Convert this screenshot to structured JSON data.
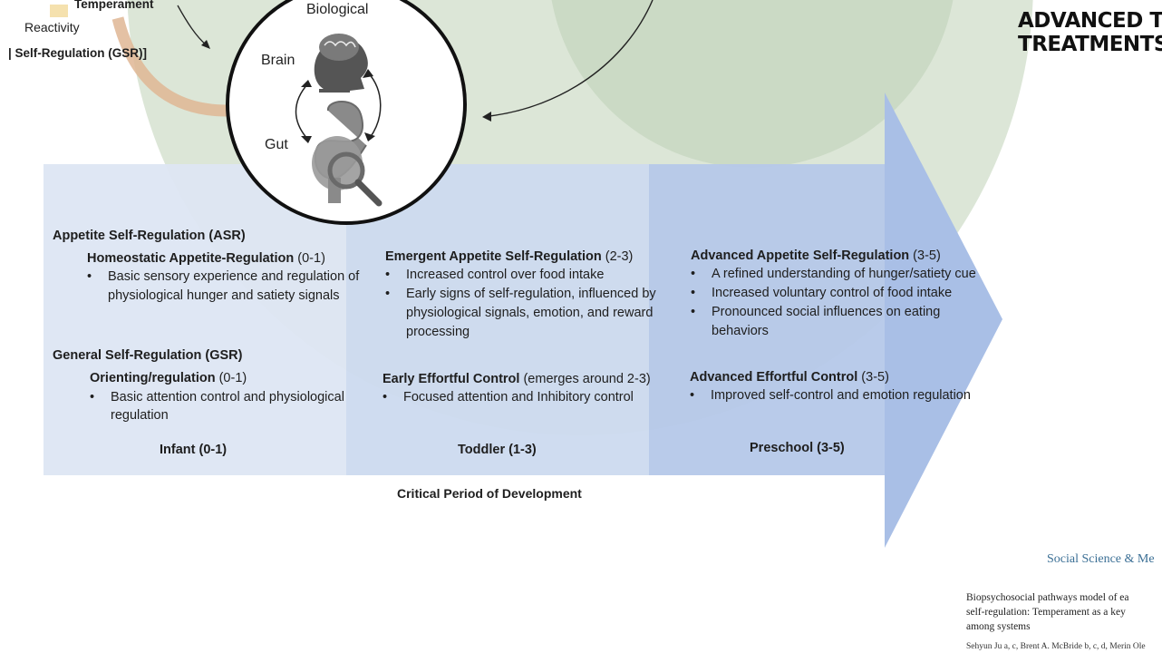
{
  "header": {
    "title_line1": "ADVANCED TEC",
    "title_line2": "TREATMENTS I"
  },
  "top_left": {
    "temperament": "Temperament",
    "reactivity": "Reactivity",
    "gsr": "| Self-Regulation (GSR)]"
  },
  "circle": {
    "biological": "Biological",
    "brain": "Brain",
    "gut": "Gut"
  },
  "asr": {
    "title": "Appetite Self-Regulation (ASR)",
    "infant": {
      "heading": "Homeostatic Appetite-Regulation",
      "age": " (0-1)",
      "bullets": [
        "Basic sensory experience and regulation of",
        "physiological hunger and satiety signals"
      ]
    },
    "toddler": {
      "heading": "Emergent Appetite Self-Regulation",
      "age": " (2-3)",
      "bullets": [
        "Increased control over food intake",
        "Early signs of self-regulation, influenced by",
        "physiological signals, emotion, and reward",
        "processing"
      ]
    },
    "preschool": {
      "heading": "Advanced Appetite Self-Regulation",
      "age": " (3-5)",
      "bullets": [
        "A refined understanding of hunger/satiety cue",
        "Increased voluntary control of food intake",
        "Pronounced social influences on eating",
        "behaviors"
      ]
    }
  },
  "gsr": {
    "title": "General Self-Regulation (GSR)",
    "infant": {
      "heading": "Orienting/regulation",
      "age": " (0-1)",
      "bullets": [
        "Basic attention control and physiological",
        "regulation"
      ]
    },
    "toddler": {
      "heading": "Early Effortful Control",
      "age": " (emerges around 2-3)",
      "bullets": [
        "Focused attention and Inhibitory control"
      ]
    },
    "preschool": {
      "heading": "Advanced Effortful Control",
      "age": " (3-5)",
      "bullets": [
        "Improved self-control and emotion regulation"
      ]
    }
  },
  "stages": {
    "infant": "Infant (0-1)",
    "toddler": "Toddler (1-3)",
    "preschool": "Preschool (3-5)"
  },
  "axis_label": "Critical Period of Development",
  "bullet_char": "•",
  "paper": {
    "journal": "Social Science & Me",
    "title_lines": [
      "Biopsychosocial pathways model of ea",
      "self-regulation: Temperament as a key",
      "among systems"
    ],
    "authors": "Sehyun Ju a, c, Brent A. McBride b, c, d, Merin Ole"
  },
  "colors": {
    "band_infant": "#dde6f3",
    "band_toddler": "#ccdaef",
    "band_preschool": "#b5c8e9",
    "arrow_head": "#a9bfe6",
    "circle_bg": "#d8e3d3",
    "orange_arc": "#dfb694"
  },
  "icons": [
    "brain-head-icon",
    "stomach-icon",
    "magnifier-icon",
    "curved-arrow-icon"
  ]
}
